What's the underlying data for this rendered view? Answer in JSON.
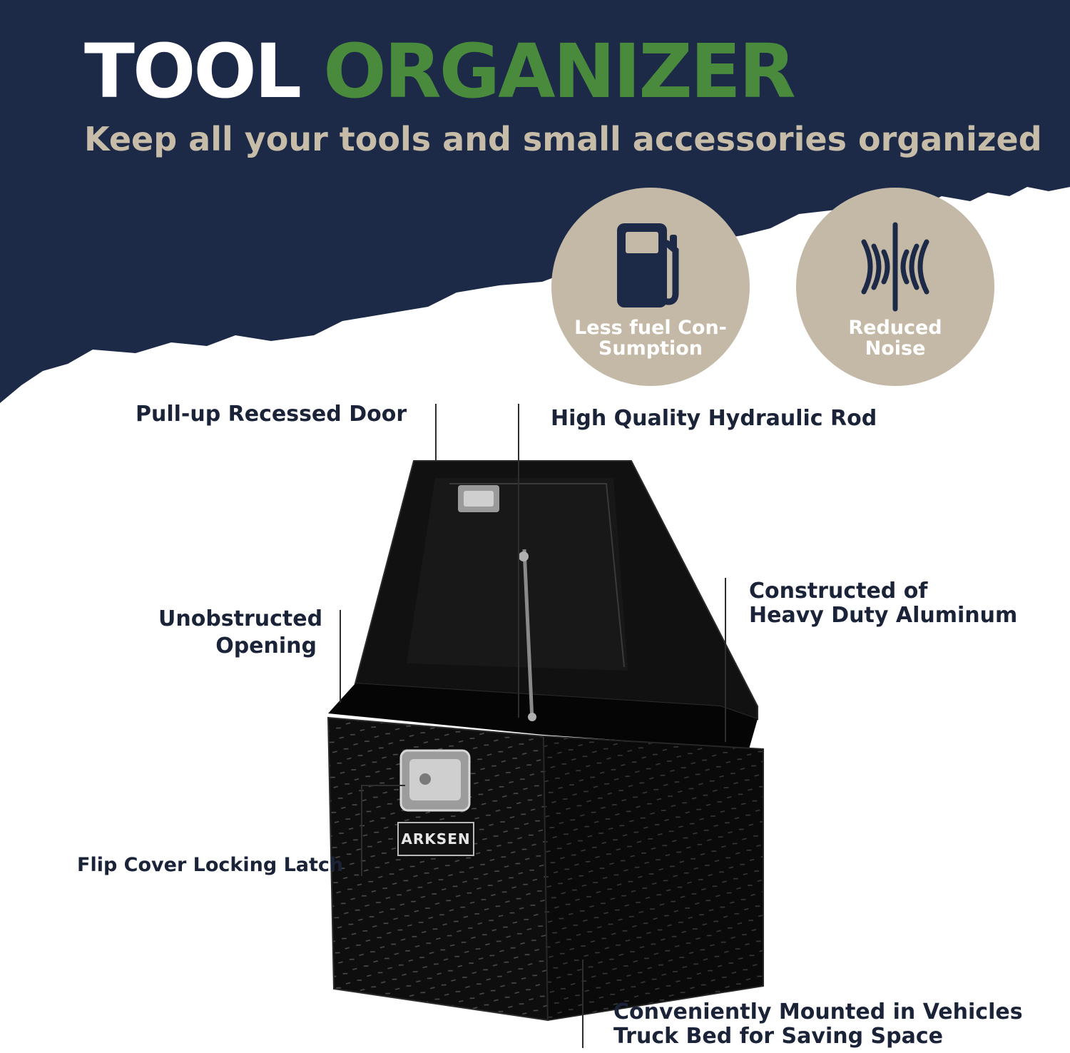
{
  "header": {
    "title_word_1": "TOOL",
    "title_word_2": "ORGANIZER",
    "subtitle": "Keep all your tools and small accessories organized"
  },
  "badges": [
    {
      "icon": "fuel-pump-icon",
      "line1": "Less fuel Con-",
      "line2": "Sumption"
    },
    {
      "icon": "sound-waves-icon",
      "line1": "Reduced",
      "line2": "Noise"
    }
  ],
  "callouts": {
    "door": "Pull-up Recessed Door",
    "rod": "High Quality Hydraulic Rod",
    "opening_line1": "Unobstructed",
    "opening_line2": "Opening",
    "aluminum_line1": "Constructed of",
    "aluminum_line2": "Heavy Duty Aluminum",
    "latch": "Flip Cover Locking Latch",
    "mount_line1": "Conveniently Mounted in Vehicles",
    "mount_line2": "Truck Bed for Saving Space"
  },
  "product": {
    "brand": "ARKSEN"
  },
  "colors": {
    "navy": "#1c2a48",
    "green": "#4a8a3c",
    "beige": "#c4b9a6",
    "text_dark": "#1b2338"
  }
}
